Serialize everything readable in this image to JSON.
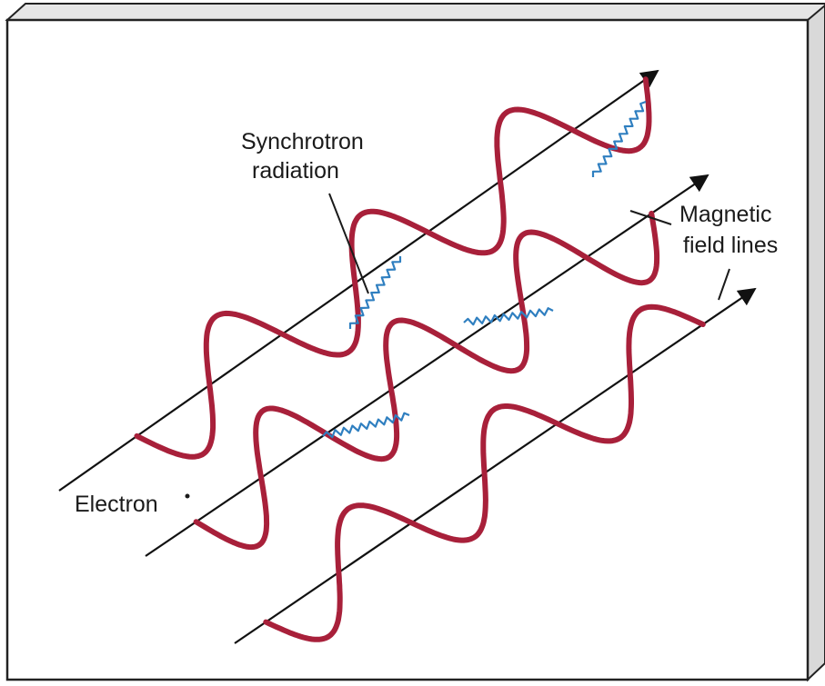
{
  "labels": {
    "synchrotron_line1": "Synchrotron",
    "synchrotron_line2": "radiation",
    "magnetic_line1": "Magnetic",
    "magnetic_line2": "field lines",
    "electron": "Electron"
  },
  "colors": {
    "panel_face": "#ffffff",
    "panel_edge": "#d9d9d9",
    "panel_border": "#222222",
    "electron_path": "#a8203a",
    "radiation": "#2f7fc0",
    "field_line": "#111111",
    "label_text": "#1a1a1a"
  }
}
